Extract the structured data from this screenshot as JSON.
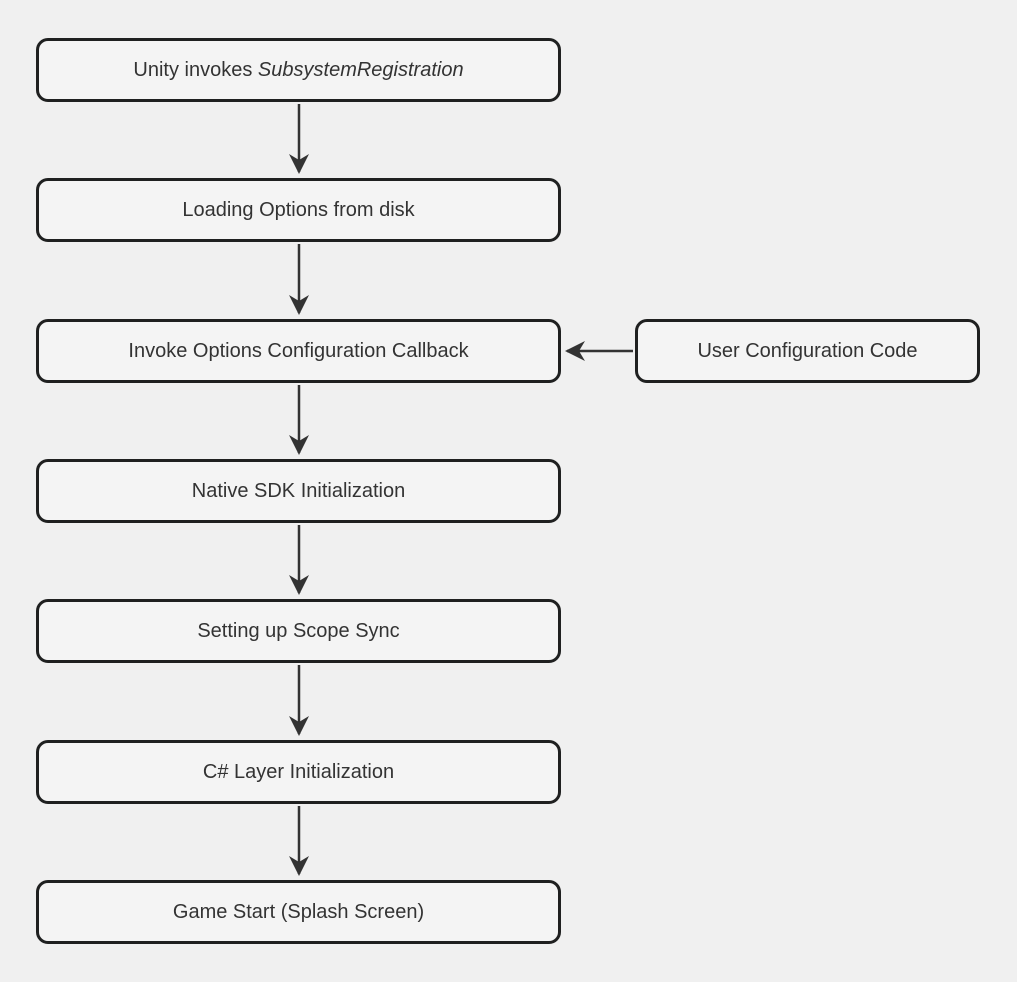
{
  "diagram": {
    "type": "flowchart",
    "direction": "top-down",
    "colors": {
      "background": "#f0f0f0",
      "node_fill": "#f4f4f4",
      "node_border": "#1f2020",
      "edge": "#333333",
      "text": "#333333"
    },
    "nodes": [
      {
        "id": "unity-invokes-subsystem-registration",
        "label": "Unity invokes SubsystemRegistration",
        "label_prefix": "Unity invokes ",
        "label_italic": "SubsystemRegistration"
      },
      {
        "id": "loading-options-from-disk",
        "label": "Loading Options from disk"
      },
      {
        "id": "invoke-options-configuration-callback",
        "label": "Invoke Options Configuration Callback"
      },
      {
        "id": "user-configuration-code",
        "label": "User Configuration Code"
      },
      {
        "id": "native-sdk-initialization",
        "label": "Native SDK Initialization"
      },
      {
        "id": "setting-up-scope-sync",
        "label": "Setting up Scope Sync"
      },
      {
        "id": "csharp-layer-initialization",
        "label": "C# Layer Initialization"
      },
      {
        "id": "game-start-splash-screen",
        "label": "Game Start (Splash Screen)"
      }
    ],
    "edges": [
      {
        "from": "unity-invokes-subsystem-registration",
        "to": "loading-options-from-disk"
      },
      {
        "from": "loading-options-from-disk",
        "to": "invoke-options-configuration-callback"
      },
      {
        "from": "user-configuration-code",
        "to": "invoke-options-configuration-callback"
      },
      {
        "from": "invoke-options-configuration-callback",
        "to": "native-sdk-initialization"
      },
      {
        "from": "native-sdk-initialization",
        "to": "setting-up-scope-sync"
      },
      {
        "from": "setting-up-scope-sync",
        "to": "csharp-layer-initialization"
      },
      {
        "from": "csharp-layer-initialization",
        "to": "game-start-splash-screen"
      }
    ]
  }
}
